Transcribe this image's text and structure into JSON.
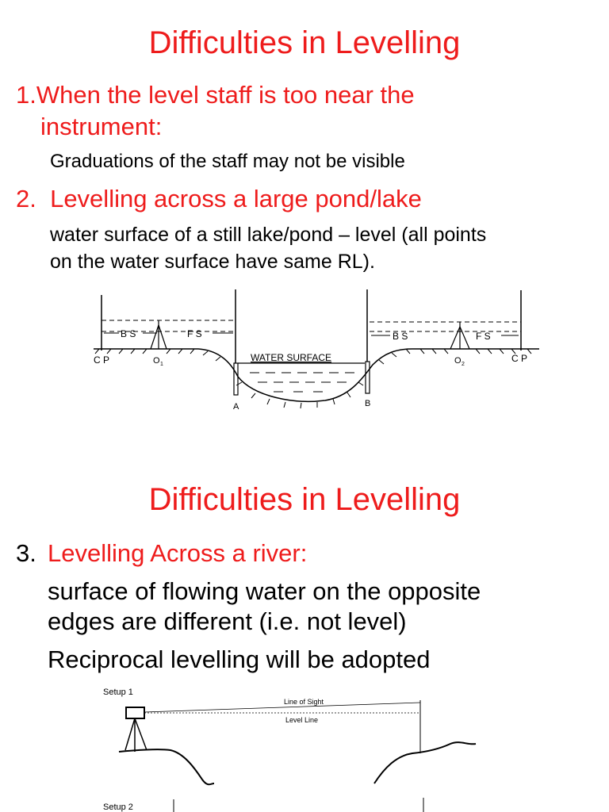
{
  "slide1": {
    "title": "Difficulties in Levelling",
    "point1_line1": "1.When the level staff is too near the",
    "point1_line2": "instrument:",
    "point1_detail": "Graduations of the staff may not be visible",
    "point2": "2.  Levelling across a large pond/lake",
    "point2_detail_line1": "water surface of a still lake/pond – level (all points",
    "point2_detail_line2": "on the water surface have same RL).",
    "diagram": {
      "bs_left": "B S",
      "fs_left": "F S",
      "bs_right": "B S",
      "fs_right": "F S",
      "cp_left": "C P",
      "cp_right": "C P",
      "o1": "O",
      "o1_sub": "1",
      "o2": "O",
      "o2_sub": "2",
      "water_surface": "WATER SURFACE",
      "point_a": "A",
      "point_b": "B"
    }
  },
  "slide2": {
    "title": "Difficulties in Levelling",
    "point3_number": "3.",
    "point3": "Levelling Across a river:",
    "detail_line1": "surface of flowing water on the opposite",
    "detail_line2": "edges are different (i.e. not level)",
    "detail_line3": "Reciprocal levelling will be adopted",
    "diagram": {
      "setup1": "Setup 1",
      "setup2": "Setup 2",
      "line_of_sight": "Line of Sight",
      "level_line": "Level Line"
    }
  },
  "colors": {
    "heading_red": "#ee1c1c",
    "body_black": "#000000"
  }
}
